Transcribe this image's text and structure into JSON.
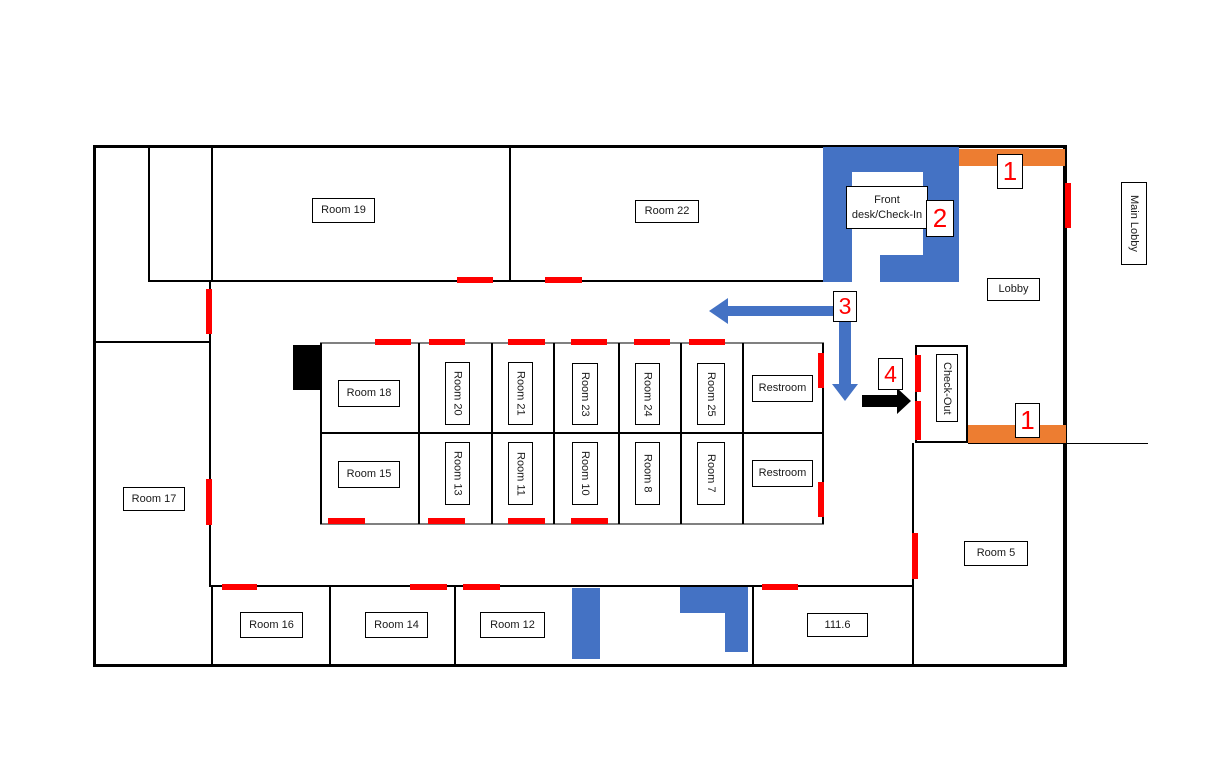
{
  "colors": {
    "blue": "#4472C4",
    "orange": "#ED7D31",
    "red": "#FF0000",
    "wall": "#000000",
    "gray": "#808080"
  },
  "labels": {
    "room19": "Room 19",
    "room22": "Room 22",
    "front_desk_line1": "Front",
    "front_desk_line2": "desk/Check-In",
    "main_lobby": "Main Lobby",
    "lobby": "Lobby",
    "checkout": "Check-Out",
    "room17": "Room 17",
    "room18": "Room 18",
    "room15": "Room 15",
    "room20": "Room 20",
    "room13": "Room 13",
    "room21": "Room 21",
    "room11": "Room 11",
    "room23": "Room 23",
    "room10": "Room 10",
    "room24": "Room 24",
    "room8": "Room 8",
    "room25": "Room 25",
    "room7": "Room 7",
    "restroom_top": "Restroom",
    "restroom_bottom": "Restroom",
    "room16": "Room 16",
    "room14": "Room 14",
    "room12": "Room 12",
    "room111_6": "111.6",
    "room5": "Room 5"
  },
  "stations": {
    "entrance_top": "1",
    "check_in": "2",
    "route": "3",
    "check_out": "4",
    "exit_bottom": "1"
  }
}
